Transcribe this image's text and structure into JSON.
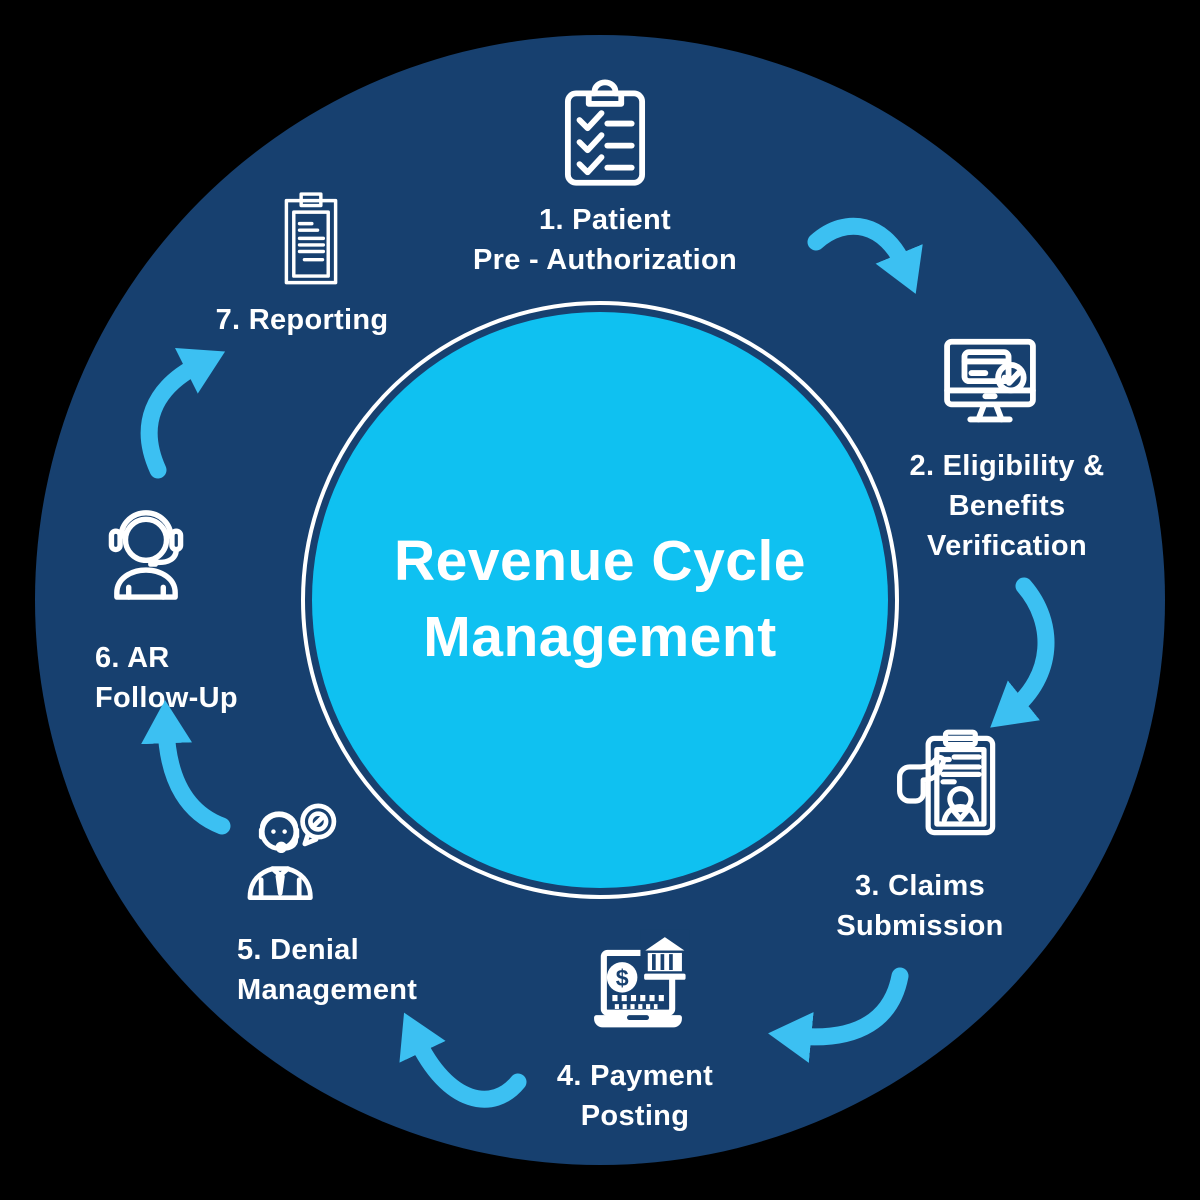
{
  "title": "Revenue Cycle Management",
  "center": {
    "line1": "Revenue Cycle",
    "line2": "Management"
  },
  "colors": {
    "background": "#000000",
    "wheel": "#17406F",
    "center_circle": "#0FC1F1",
    "ring": "#FFFFFF",
    "arrow": "#3CC0F2",
    "text": "#FFFFFF",
    "icon_stroke": "#FFFFFF"
  },
  "steps": [
    {
      "id": 1,
      "icon": "checklist-clipboard-icon",
      "lines": [
        "1. Patient",
        "Pre - Authorization"
      ]
    },
    {
      "id": 2,
      "icon": "monitor-card-check-icon",
      "lines": [
        "2. Eligibility &",
        "Benefits",
        "Verification"
      ]
    },
    {
      "id": 3,
      "icon": "hand-claim-form-icon",
      "lines": [
        "3. Claims",
        "Submission"
      ]
    },
    {
      "id": 4,
      "icon": "laptop-payment-bank-icon",
      "lines": [
        "4. Payment",
        "Posting"
      ]
    },
    {
      "id": 5,
      "icon": "agent-denied-speech-icon",
      "lines": [
        "5. Denial",
        "Management"
      ]
    },
    {
      "id": 6,
      "icon": "support-headset-icon",
      "lines": [
        "6. AR",
        "Follow-Up"
      ]
    },
    {
      "id": 7,
      "icon": "report-clipboard-icon",
      "lines": [
        "7. Reporting"
      ]
    }
  ],
  "arrows": [
    "step1-to-step2",
    "step2-to-step3",
    "step3-to-step4",
    "step4-to-step5",
    "step5-to-step6",
    "step6-to-step7"
  ]
}
